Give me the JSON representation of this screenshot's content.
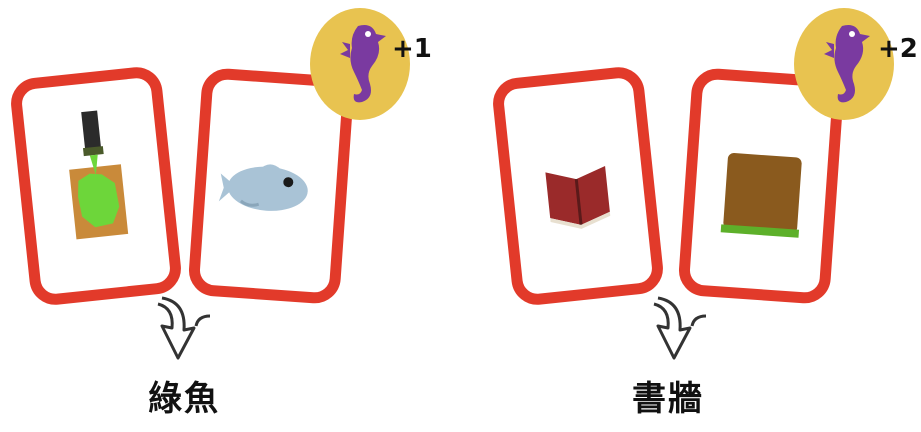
{
  "groups": [
    {
      "left_card_item": "paint-tube-icon",
      "right_card_item": "fish-icon",
      "badge_icon": "seahorse-icon",
      "bonus": "+1",
      "word": "綠魚"
    },
    {
      "left_card_item": "book-icon",
      "right_card_item": "wall-icon",
      "badge_icon": "seahorse-icon",
      "bonus": "+2",
      "word": "書牆"
    }
  ],
  "colors": {
    "card_border": "#e23a2a",
    "badge": "#e8c350",
    "seahorse": "#7a3aa0"
  }
}
